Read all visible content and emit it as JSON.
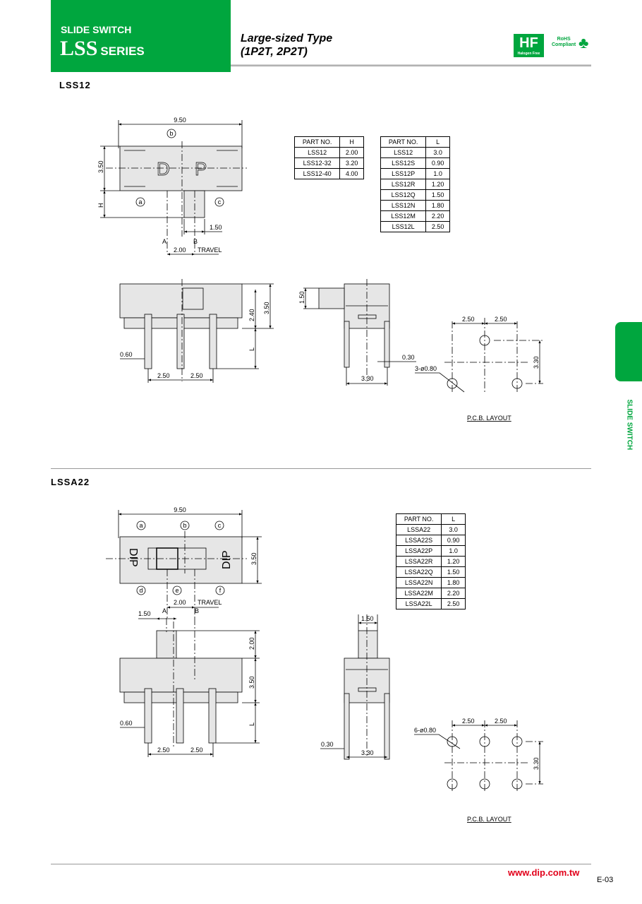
{
  "header": {
    "category": "SLIDE SWITCH",
    "series_name": "LSS",
    "series_suffix": "SERIES",
    "title_line1": "Large-sized Type",
    "title_line2": "(1P2T, 2P2T)",
    "hf_logo": "HF",
    "hf_caption": "Halogen Free",
    "rohs_line1": "RoHS",
    "rohs_line2": "Compliant"
  },
  "side_tab": {
    "label": "SLIDE SWITCH"
  },
  "lss12": {
    "name": "LSS12",
    "table_h": {
      "headers": [
        "PART NO.",
        "H"
      ],
      "rows": [
        [
          "LSS12",
          "2.00"
        ],
        [
          "LSS12-32",
          "3.20"
        ],
        [
          "LSS12-40",
          "4.00"
        ]
      ]
    },
    "table_l": {
      "headers": [
        "PART NO.",
        "L"
      ],
      "rows": [
        [
          "LSS12",
          "3.0"
        ],
        [
          "LSS12S",
          "0.90"
        ],
        [
          "LSS12P",
          "1.0"
        ],
        [
          "LSS12R",
          "1.20"
        ],
        [
          "LSS12Q",
          "1.50"
        ],
        [
          "LSS12N",
          "1.80"
        ],
        [
          "LSS12M",
          "2.20"
        ],
        [
          "LSS12L",
          "2.50"
        ]
      ]
    },
    "dims": {
      "width": "9.50",
      "height": "3.50",
      "h": "H",
      "act": "1.50",
      "a": "A",
      "b": "B",
      "travel": "2.00",
      "travel_label": "TRAVEL",
      "pin_w": "0.60",
      "pitch1": "2.50",
      "pitch2": "2.50",
      "body_h": "3.50",
      "base_h": "2.40",
      "l": "L",
      "side_act": "1.50",
      "pin_t": "0.30",
      "row": "3.30",
      "pcb_p1": "2.50",
      "pcb_p2": "2.50",
      "pcb_row": "3.30",
      "holes": "3-ø0.80",
      "pcb_label": "P.C.B. LAYOUT"
    },
    "terminals": [
      "b",
      "a",
      "c"
    ],
    "marking": [
      "D",
      "P"
    ]
  },
  "lssa22": {
    "name": "LSSA22",
    "table_l": {
      "headers": [
        "PART NO.",
        "L"
      ],
      "rows": [
        [
          "LSSA22",
          "3.0"
        ],
        [
          "LSSA22S",
          "0.90"
        ],
        [
          "LSSA22P",
          "1.0"
        ],
        [
          "LSSA22R",
          "1.20"
        ],
        [
          "LSSA22Q",
          "1.50"
        ],
        [
          "LSSA22N",
          "1.80"
        ],
        [
          "LSSA22M",
          "2.20"
        ],
        [
          "LSSA22L",
          "2.50"
        ]
      ]
    },
    "dims": {
      "width": "9.50",
      "height": "3.50",
      "act": "1.50",
      "a": "A",
      "b": "B",
      "travel": "2.00",
      "travel_label": "TRAVEL",
      "act_h": "2.00",
      "body_h": "3.50",
      "l": "L",
      "pin_w": "0.60",
      "pitch1": "2.50",
      "pitch2": "2.50",
      "side_act": "1.50",
      "pin_t": "0.30",
      "row": "3.30",
      "pcb_p1": "2.50",
      "pcb_p2": "2.50",
      "pcb_row": "3.30",
      "holes": "6-ø0.80",
      "pcb_label": "P.C.B. LAYOUT"
    },
    "terminals": [
      "a",
      "b",
      "c",
      "d",
      "e",
      "f"
    ],
    "marking": [
      "DIP",
      "DIP"
    ]
  },
  "footer": {
    "url": "www.dip.com.tw",
    "page": "E-03"
  }
}
